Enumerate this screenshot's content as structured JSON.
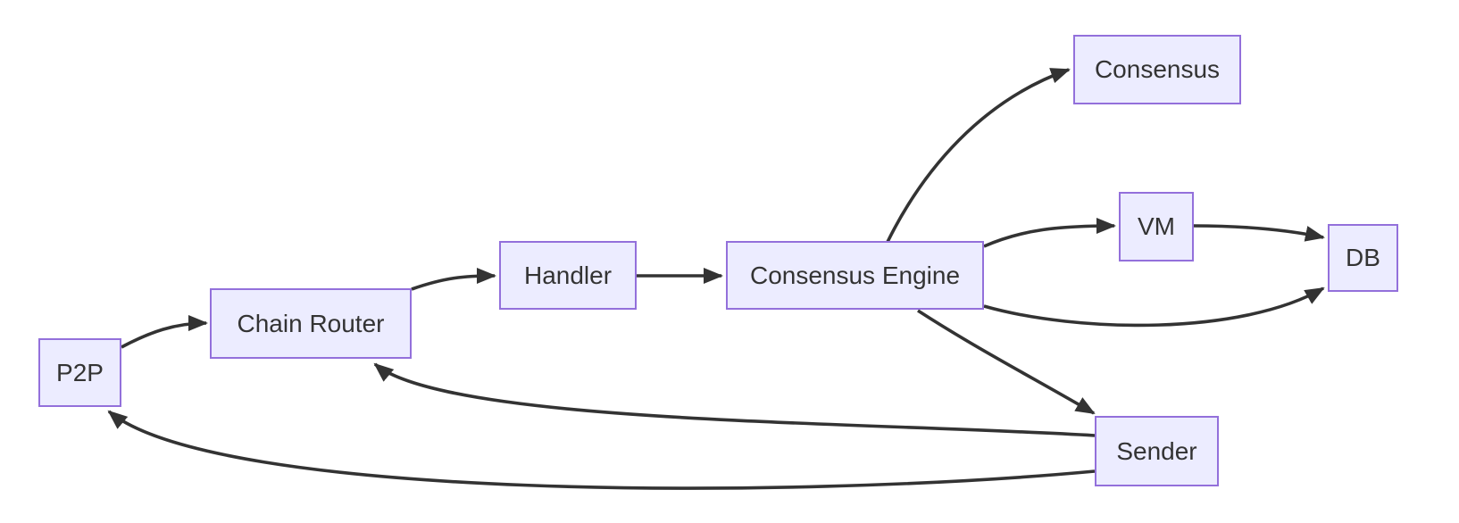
{
  "diagram": {
    "type": "flowchart",
    "direction": "left-to-right",
    "nodes": [
      {
        "id": "p2p",
        "label": "P2P"
      },
      {
        "id": "chain_router",
        "label": "Chain Router"
      },
      {
        "id": "handler",
        "label": "Handler"
      },
      {
        "id": "consensus_engine",
        "label": "Consensus Engine"
      },
      {
        "id": "consensus",
        "label": "Consensus"
      },
      {
        "id": "vm",
        "label": "VM"
      },
      {
        "id": "db",
        "label": "DB"
      },
      {
        "id": "sender",
        "label": "Sender"
      }
    ],
    "edges": [
      {
        "from": "P2P",
        "to": "Chain Router"
      },
      {
        "from": "Chain Router",
        "to": "Handler"
      },
      {
        "from": "Handler",
        "to": "Consensus Engine"
      },
      {
        "from": "Consensus Engine",
        "to": "Consensus"
      },
      {
        "from": "Consensus Engine",
        "to": "VM"
      },
      {
        "from": "VM",
        "to": "DB"
      },
      {
        "from": "Consensus Engine",
        "to": "DB"
      },
      {
        "from": "Consensus Engine",
        "to": "Sender"
      },
      {
        "from": "Sender",
        "to": "Chain Router"
      },
      {
        "from": "Sender",
        "to": "P2P"
      }
    ],
    "colors": {
      "node_fill": "#ECECFF",
      "node_border": "#9370DB",
      "edge_stroke": "#333333",
      "label_text": "#333333",
      "background": "#FFFFFF"
    }
  }
}
